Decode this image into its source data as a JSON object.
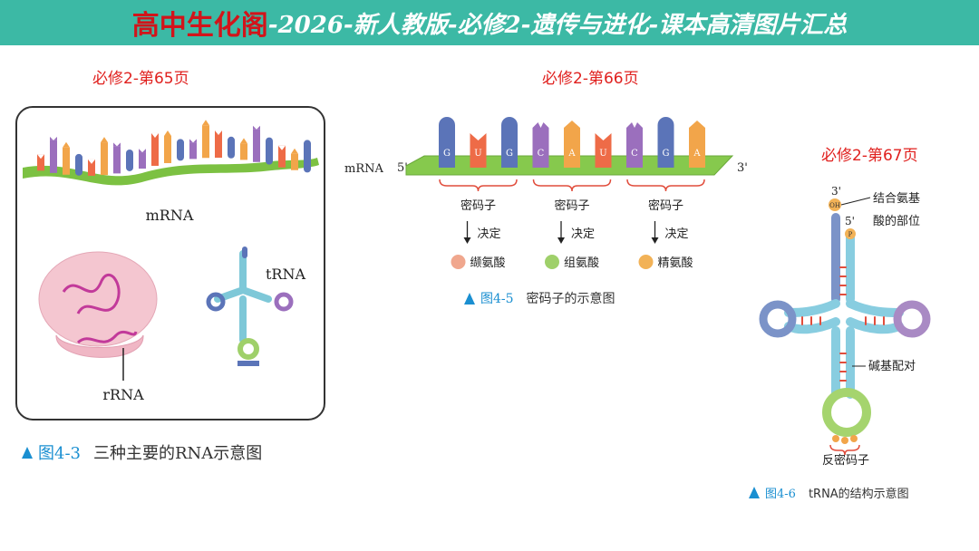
{
  "header": {
    "brand": "高中生化阁",
    "subtitle": "-2026-新人教版-必修2-遗传与进化-课本高清图片汇总"
  },
  "pages": {
    "p65": "必修2-第65页",
    "p66": "必修2-第66页",
    "p67": "必修2-第67页"
  },
  "fig43": {
    "labels": {
      "mrna": "mRNA",
      "trna": "tRNA",
      "rrna": "rRNA"
    },
    "caption_num": "图4-3",
    "caption_text": "三种主要的RNA示意图"
  },
  "fig45": {
    "strand_label": "mRNA",
    "end5": "5'",
    "end3": "3'",
    "bases": [
      "G",
      "U",
      "G",
      "C",
      "A",
      "U",
      "C",
      "G",
      "A"
    ],
    "codons": [
      {
        "label": "密码子",
        "arrow_text": "决定",
        "amino_acid": "缬氨酸",
        "color": "#f0a78e"
      },
      {
        "label": "密码子",
        "arrow_text": "决定",
        "amino_acid": "组氨酸",
        "color": "#9fd06a"
      },
      {
        "label": "密码子",
        "arrow_text": "决定",
        "amino_acid": "精氨酸",
        "color": "#f2b257"
      }
    ],
    "caption_num": "图4-5",
    "caption_text": "密码子的示意图"
  },
  "fig46": {
    "end3": "3'",
    "end5": "5'",
    "oh": "OH",
    "p": "P",
    "binding_site": [
      "结合氨基",
      "酸的部位"
    ],
    "base_pairing": "碱基配对",
    "anticodon": "反密码子",
    "caption_num": "图4-6",
    "caption_text": "tRNA的结构示意图"
  },
  "colors": {
    "banner": "#3cb9a5",
    "brand": "#d2141a",
    "page_label": "#e0201e",
    "caption_blue": "#1a8fd1",
    "G": "#5b74b8",
    "U": "#ee6b47",
    "C": "#9b6fbd",
    "A": "#f2a54a"
  }
}
